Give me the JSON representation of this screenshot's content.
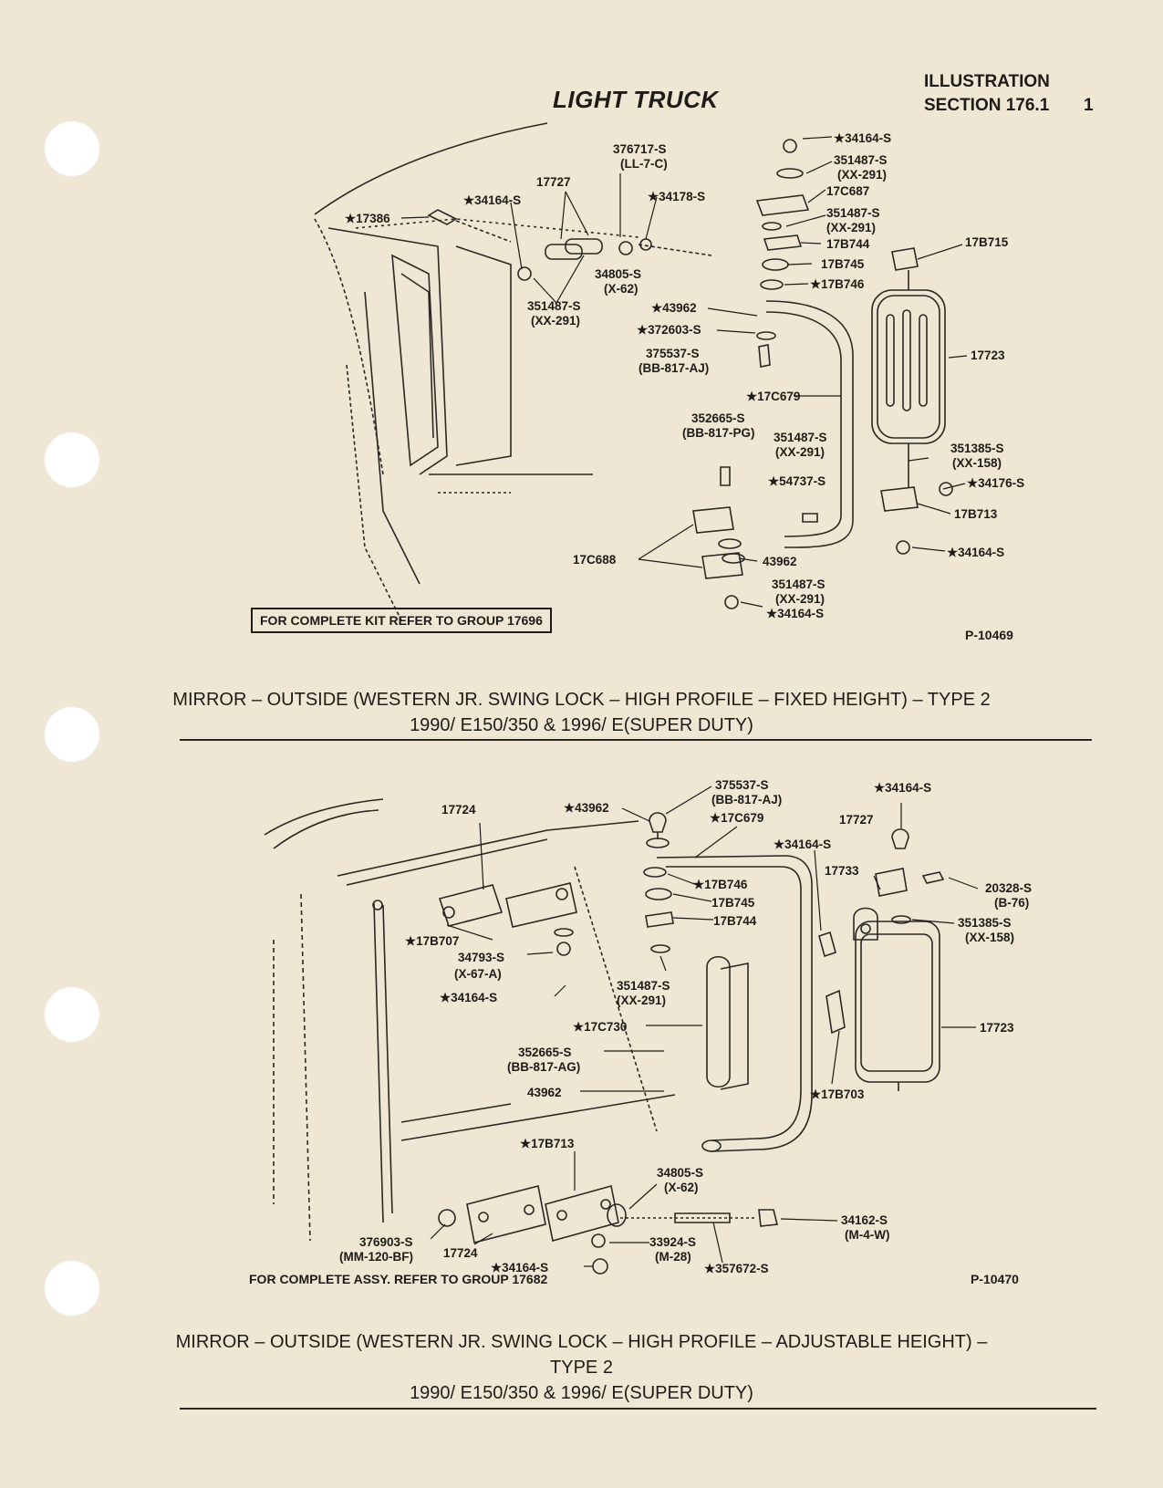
{
  "header": {
    "title": "LIGHT TRUCK",
    "illustration": "ILLUSTRATION",
    "section": "SECTION 176.1",
    "page_number": "1"
  },
  "figure1": {
    "labels": {
      "l1": "★34164-S",
      "l2": "351487-S",
      "l3": "(XX-291)",
      "l4": "376717-S",
      "l5": "(LL-7-C)",
      "l6": "17727",
      "l7": "★34164-S",
      "l8": "★34178-S",
      "l9": "17C687",
      "l10": "351487-S",
      "l11": "(XX-291)",
      "l12": "★17386",
      "l13": "17B744",
      "l14": "17B745",
      "l15": "17B715",
      "l16": "34805-S",
      "l17": "(X-62)",
      "l18": "★17B746",
      "l19": "351487-S",
      "l20": "(XX-291)",
      "l21": "★43962",
      "l22": "★372603-S",
      "l23": "375537-S",
      "l24": "(BB-817-AJ)",
      "l25": "17723",
      "l26": "★17C679",
      "l27": "352665-S",
      "l28": "(BB-817-PG)",
      "l29": "351487-S",
      "l30": "(XX-291)",
      "l31": "351385-S",
      "l32": "(XX-158)",
      "l33": "★34176-S",
      "l34": "★54737-S",
      "l35": "17B713",
      "l36": "17C688",
      "l37": "43962",
      "l38": "★34164-S",
      "l39": "351487-S",
      "l40": "(XX-291)",
      "l41": "★34164-S"
    },
    "kit_note": "FOR COMPLETE KIT REFER TO GROUP 17696",
    "plate_number": "P-10469",
    "caption_line1": "MIRROR – OUTSIDE (WESTERN JR. SWING LOCK – HIGH PROFILE – FIXED HEIGHT) – TYPE 2",
    "caption_line2": "1990/ E150/350 & 1996/ E(SUPER DUTY)"
  },
  "figure2": {
    "labels": {
      "m1": "375537-S",
      "m2": "(BB-817-AJ)",
      "m3": "★34164-S",
      "m4": "17724",
      "m5": "★43962",
      "m6": "★17C679",
      "m7": "17727",
      "m8": "★34164-S",
      "m9": "17733",
      "m10": "★17B746",
      "m11": "17B745",
      "m12": "20328-S",
      "m13": "(B-76)",
      "m14": "17B744",
      "m15": "351385-S",
      "m16": "(XX-158)",
      "m17": "★17B707",
      "m18": "34793-S",
      "m19": "(X-67-A)",
      "m20": "★34164-S",
      "m21": "351487-S",
      "m22": "(XX-291)",
      "m23": "★17C730",
      "m24": "17723",
      "m25": "352665-S",
      "m26": "(BB-817-AG)",
      "m27": "43962",
      "m28": "★17B703",
      "m29": "★17B713",
      "m30": "34805-S",
      "m31": "(X-62)",
      "m32": "34162-S",
      "m33": "(M-4-W)",
      "m34": "376903-S",
      "m35": "(MM-120-BF)",
      "m36": "17724",
      "m37": "33924-S",
      "m38": "(M-28)",
      "m39": "★34164-S",
      "m40": "★357672-S"
    },
    "assy_note": "FOR COMPLETE ASSY. REFER TO GROUP 17682",
    "plate_number": "P-10470",
    "caption_line1": "MIRROR – OUTSIDE (WESTERN JR. SWING LOCK – HIGH PROFILE – ADJUSTABLE HEIGHT) –",
    "caption_line2": "TYPE 2",
    "caption_line3": "1990/ E150/350 & 1996/ E(SUPER DUTY)"
  }
}
